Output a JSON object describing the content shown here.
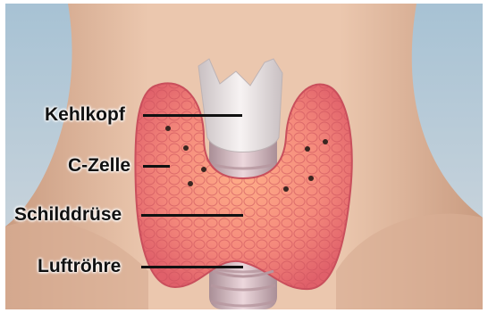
{
  "labels": {
    "larynx": "Kehlkopf",
    "c_cell": "C-Zelle",
    "thyroid": "Schilddrüse",
    "trachea": "Luftröhre"
  },
  "colors": {
    "background_gradient": [
      "#9fbccf",
      "#cdd6dc"
    ],
    "skin": "#e8c0a6",
    "skin_shadow": "#c99a80",
    "cartilage": "#ece6e6",
    "trachea": "#d9b8bf",
    "thyroid": "#f0787a",
    "thyroid_highlight": "#ffb08a",
    "leader_line": "#111111"
  }
}
